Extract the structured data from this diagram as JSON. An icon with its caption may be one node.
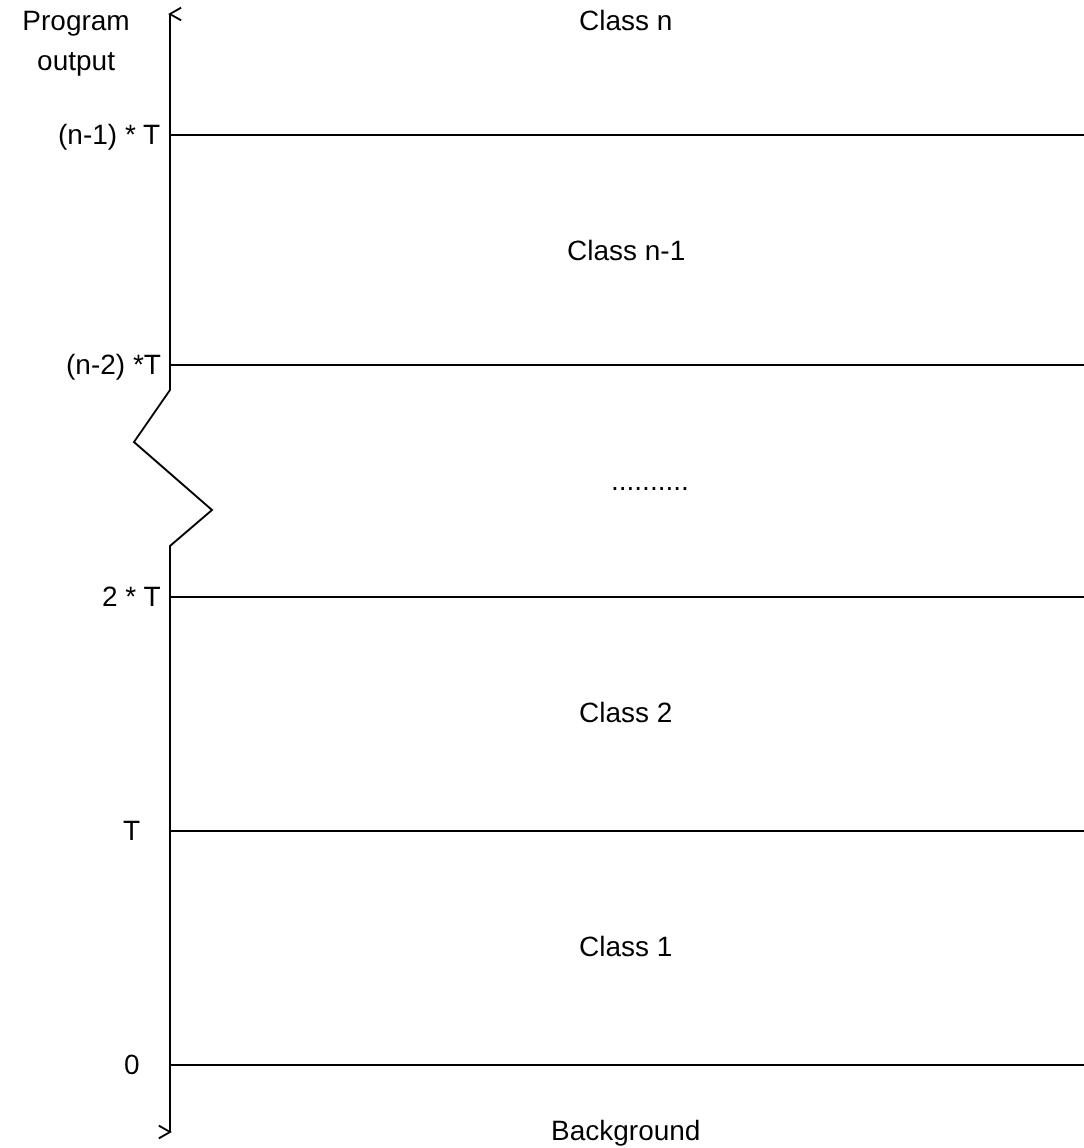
{
  "diagram": {
    "labels": [
      "Program output",
      "Class n",
      "(n-1) * T",
      "Class n-1",
      "(n-2) *T",
      "..........",
      "2 * T",
      "Class 2",
      "T",
      "Class 1",
      "0",
      "Background"
    ]
  }
}
